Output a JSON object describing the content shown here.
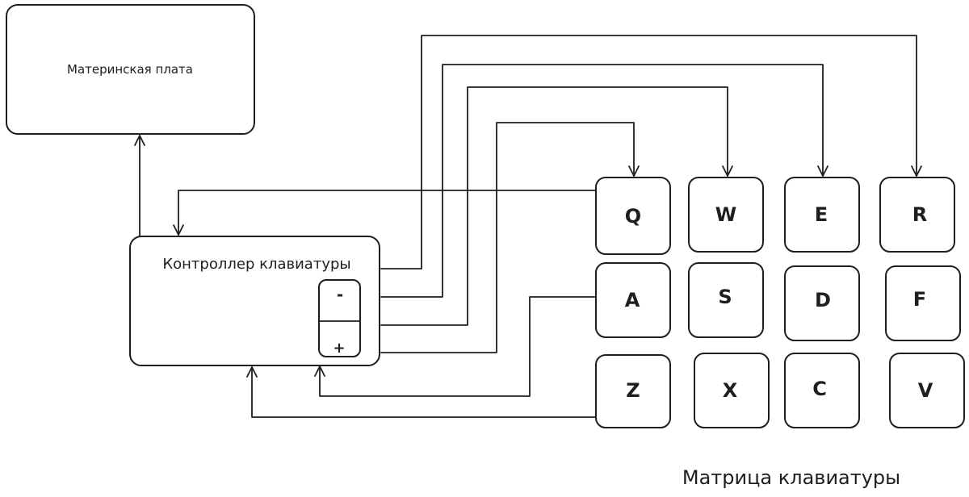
{
  "motherboard": {
    "label": "Материнская плата"
  },
  "controller": {
    "label": "Контроллер клавиатуры",
    "minus": "-",
    "plus": "+"
  },
  "keys": [
    {
      "id": "q",
      "label": "Q"
    },
    {
      "id": "w",
      "label": "W"
    },
    {
      "id": "e",
      "label": "E"
    },
    {
      "id": "r",
      "label": "R"
    },
    {
      "id": "a",
      "label": "A"
    },
    {
      "id": "s",
      "label": "S"
    },
    {
      "id": "d",
      "label": "D"
    },
    {
      "id": "f",
      "label": "F"
    },
    {
      "id": "z",
      "label": "Z"
    },
    {
      "id": "x",
      "label": "X"
    },
    {
      "id": "c",
      "label": "C"
    },
    {
      "id": "v",
      "label": "V"
    }
  ],
  "matrix": {
    "caption": "Матрица клавиатуры"
  }
}
